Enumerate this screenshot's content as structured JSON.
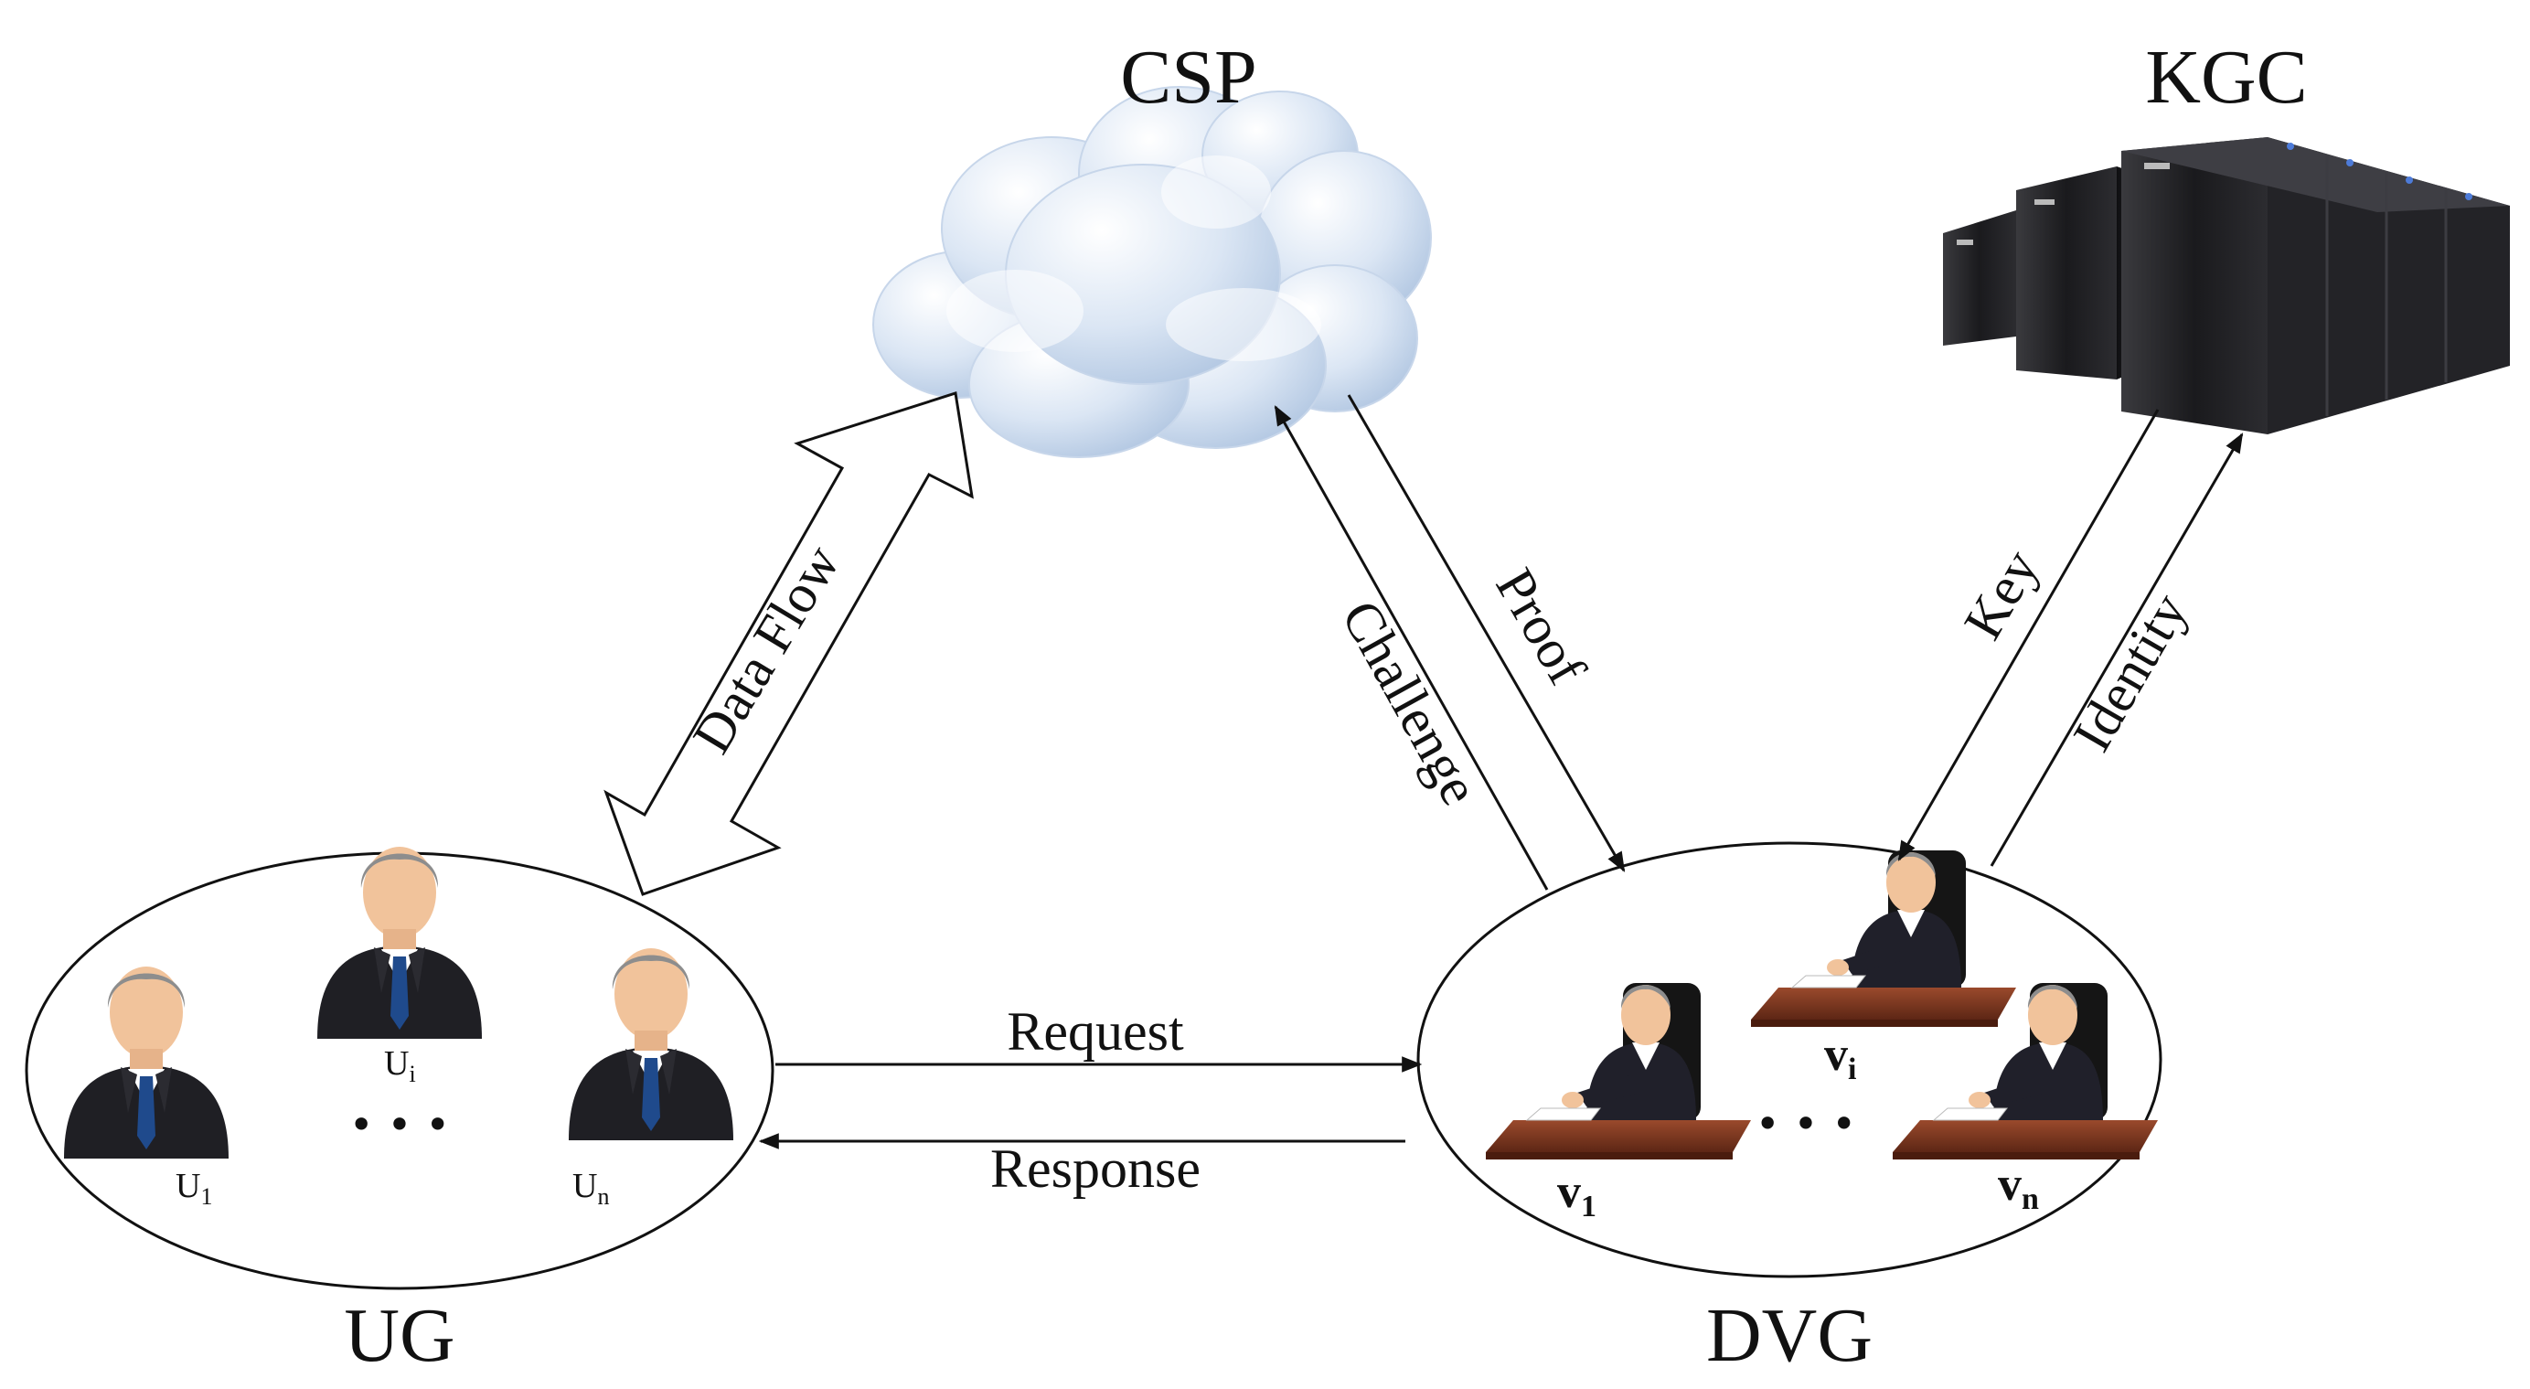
{
  "nodes": {
    "csp": {
      "label": "CSP"
    },
    "kgc": {
      "label": "KGC"
    },
    "ug": {
      "label": "UG"
    },
    "dvg": {
      "label": "DVG"
    }
  },
  "edges": {
    "data_flow": "Data Flow",
    "challenge": "Challenge",
    "proof": "Proof",
    "key": "Key",
    "identity": "Identity",
    "request": "Request",
    "response": "Response"
  },
  "users": [
    {
      "letter": "U",
      "sub": "1"
    },
    {
      "letter": "U",
      "sub": "i"
    },
    {
      "letter": "U",
      "sub": "n"
    }
  ],
  "verifiers": [
    {
      "letter": "v",
      "sub": "1"
    },
    {
      "letter": "v",
      "sub": "i"
    },
    {
      "letter": "v",
      "sub": "n"
    }
  ],
  "ellipsis": "• • •",
  "colors": {
    "cloud_light": "#f4f8fd",
    "cloud_dark": "#b9cde6",
    "server": "#1c1c1e",
    "suit": "#1f1f24",
    "tie": "#1f4a8c",
    "skin": "#f1c39b",
    "hair": "#8d8d8d",
    "desk": "#7a3420",
    "chair": "#151515"
  }
}
